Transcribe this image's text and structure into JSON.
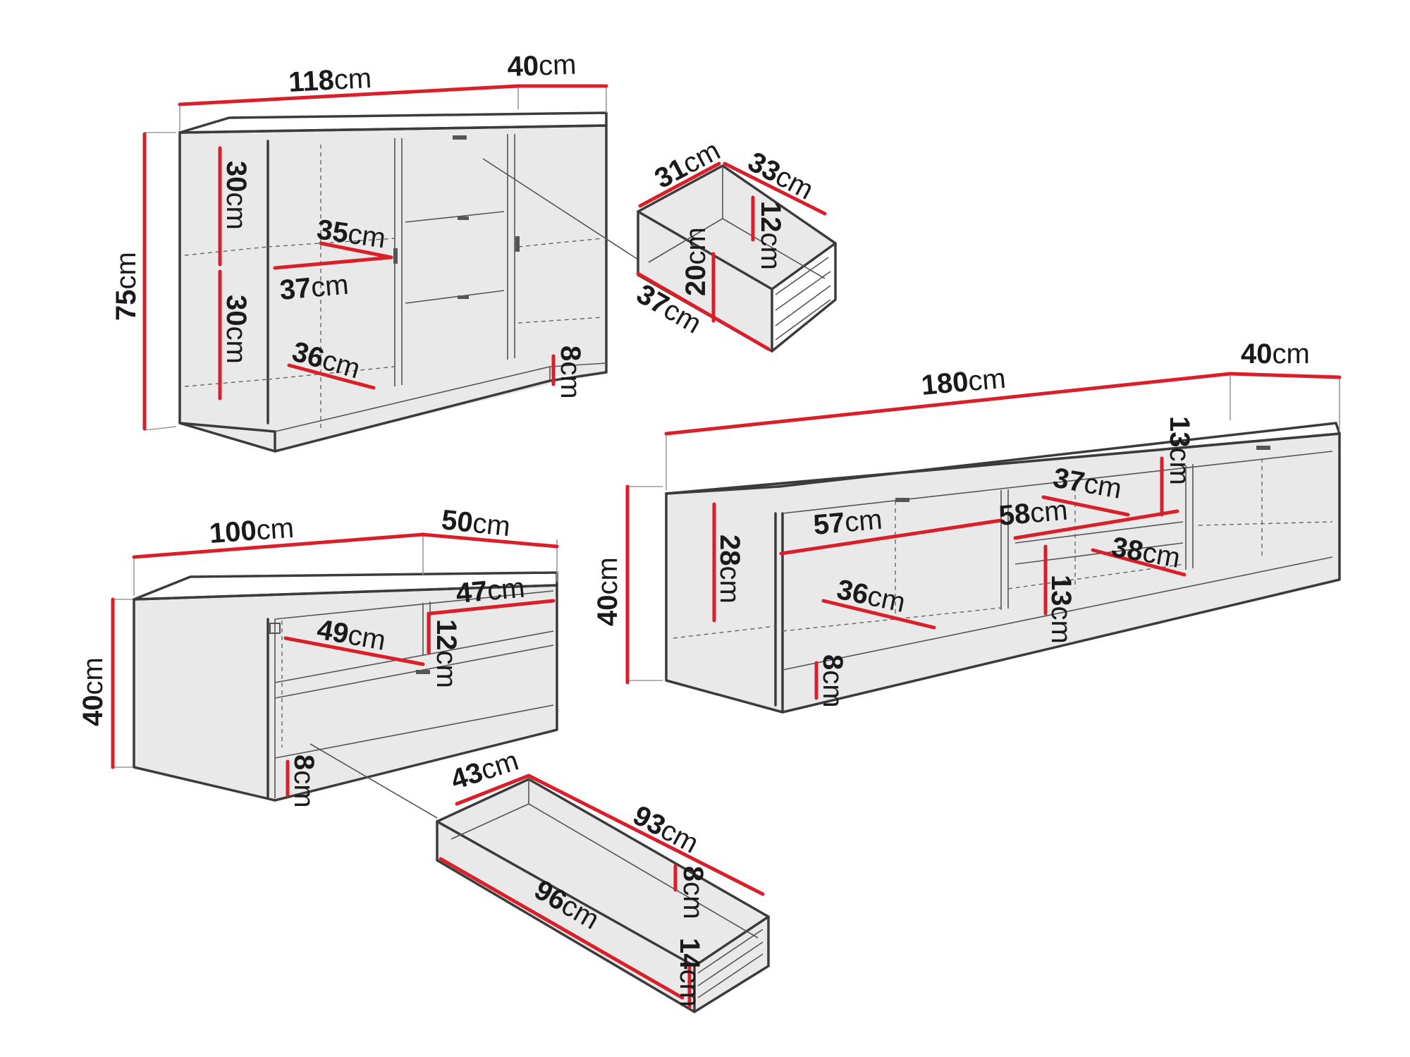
{
  "sideboard": {
    "width": "118",
    "depth": "40",
    "height": "75",
    "shelf_gap_top": "30",
    "shelf_gap_bottom": "30",
    "shelf_depth_a": "35",
    "shelf_depth_b": "37",
    "shelf_depth_c": "36",
    "plinth": "8"
  },
  "small_drawer": {
    "width": "31",
    "depth": "33",
    "inner_height": "12",
    "front_height": "20",
    "length": "37"
  },
  "tv_stand": {
    "width": "180",
    "depth": "40",
    "height": "40",
    "top_gap": "13",
    "shelf_a": "37",
    "open_width": "57",
    "mid_width": "58",
    "shelf_b": "38",
    "inner_height": "28",
    "bottom_depth": "36",
    "mid_height": "13",
    "plinth": "8"
  },
  "coffee_table": {
    "width": "100",
    "depth": "50",
    "height": "40",
    "shelf_width": "47",
    "shelf_depth": "49",
    "gap": "12",
    "plinth": "8"
  },
  "big_drawer": {
    "depth": "43",
    "width": "93",
    "inner_height": "8",
    "length": "96",
    "front_height": "14"
  },
  "unit": "cm"
}
